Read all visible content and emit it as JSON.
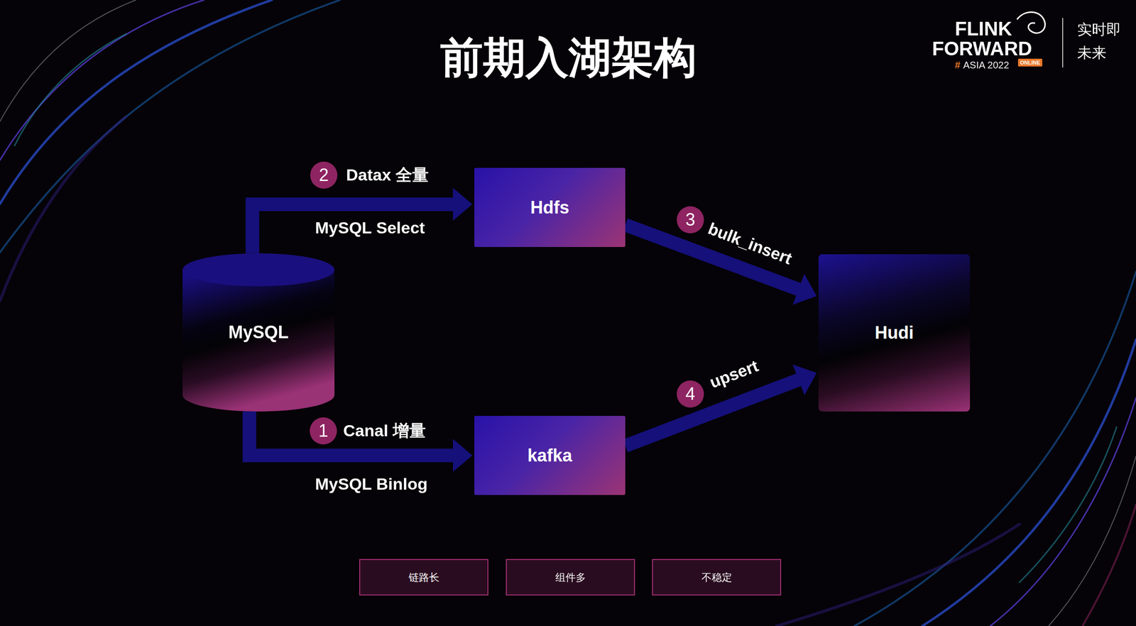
{
  "diagram": {
    "title": "前期入湖架构",
    "nodes": [
      {
        "text": [
          "MySQL"
        ]
      },
      {
        "text": [
          "Hdfs"
        ]
      },
      {
        "text": [
          "kafka"
        ]
      },
      {
        "text": [
          "Hudi"
        ]
      },
      {
        "text": [
          "链路长"
        ]
      },
      {
        "text": [
          "组件多"
        ]
      },
      {
        "text": [
          "不稳定"
        ]
      }
    ],
    "edges": [
      {
        "from": 0,
        "to": 1,
        "arrow": "to",
        "label": "Datax 全量"
      },
      {
        "from": 0,
        "to": 2,
        "arrow": "to",
        "label": "Canal 增量"
      },
      {
        "from": 1,
        "to": 3,
        "arrow": "to",
        "label": "bulk_insert"
      },
      {
        "from": 2,
        "to": 3,
        "arrow": "to",
        "label": "upsert"
      }
    ],
    "labels": [
      "FLINK",
      "FORWARD",
      "#",
      "ASIA 2022",
      "ONLINE",
      "实时即未来",
      "2",
      "MySQL Select",
      "1",
      "MySQL Binlog",
      "3",
      "4"
    ]
  }
}
